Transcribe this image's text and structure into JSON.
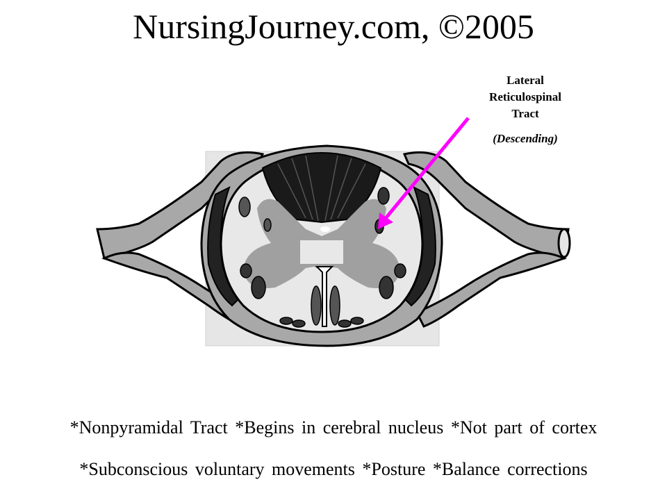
{
  "title": "NursingJourney.com, ©2005",
  "label": {
    "line1": "Lateral",
    "line2": "Reticulospinal",
    "line3": "Tract",
    "direction": "(Descending)"
  },
  "captions": {
    "line1": "*Nonpyramidal Tract *Begins in cerebral nucleus *Not part of cortex",
    "line2": "*Subconscious voluntary movements *Posture *Balance corrections"
  },
  "colors": {
    "arrow": "#ff00ff",
    "white_matter": "#e8e8e8",
    "gray_matter": "#a0a0a0",
    "dark_tract": "#222222",
    "meninges": "#a8a8a8"
  }
}
